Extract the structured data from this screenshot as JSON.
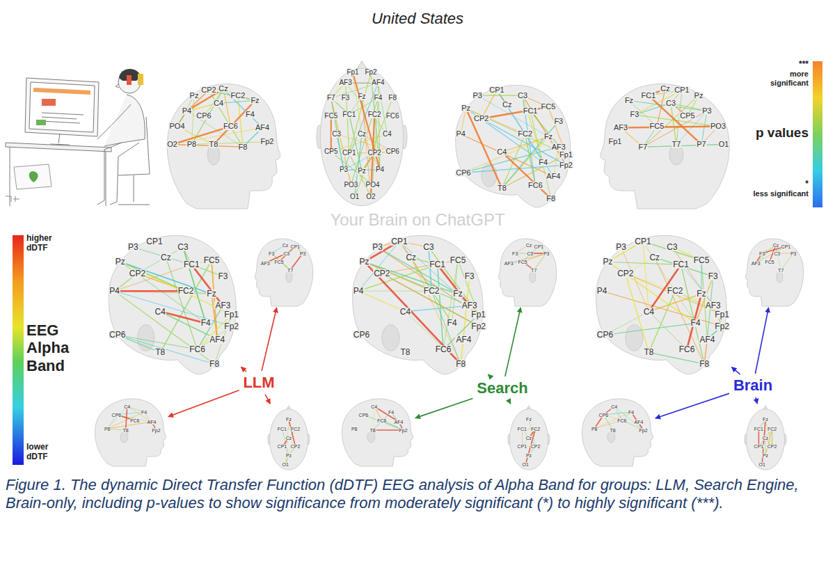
{
  "diagram": {
    "title": "United States",
    "caption": "Figure 1. The dynamic Direct Transfer Function (dDTF) EEG analysis of Alpha Band for groups: LLM, Search Engine, Brain-only, including p-values to show significance from moderately significant (*) to highly significant (***).",
    "nodes": [
      {
        "text": [
          "Pz",
          "CP2",
          "Cz",
          "C4",
          "FC2",
          "Fz",
          "P4",
          "CP6",
          "F4",
          "PO4",
          "FC6",
          "AF4",
          "O2",
          "P8",
          "T8",
          "F8",
          "Fp2"
        ]
      },
      {
        "text": [
          "Fp1",
          "Fp2",
          "AF3",
          "AF4",
          "F7",
          "F3",
          "Fz",
          "F4",
          "F8",
          "FC5",
          "FC1",
          "FC2",
          "FC6",
          "C3",
          "Cz",
          "C4",
          "CP5",
          "CP1",
          "CP2",
          "CP6",
          "P3",
          "Pz",
          "P4",
          "PO3",
          "PO4",
          "O1",
          "O2"
        ]
      },
      {
        "text": [
          "CP1",
          "P3",
          "C3",
          "Pz",
          "Cz",
          "CP2",
          "FC1",
          "FC5",
          "F3",
          "P4",
          "FC2",
          "Fz",
          "AF3",
          "Fp1",
          "C4",
          "F4",
          "AF4",
          "Fp2",
          "CP6",
          "FC6",
          "T8",
          "F8"
        ]
      },
      {
        "text": [
          "FC1",
          "Cz",
          "CP1",
          "Pz",
          "Fz",
          "C3",
          "P3",
          "F3",
          "CP5",
          "FC5",
          "PO3",
          "AF3",
          "O1",
          "Fp1",
          "F7",
          "T7",
          "P7"
        ]
      },
      {
        "text": [
          "CP1",
          "P3",
          "C3",
          "Pz",
          "Cz",
          "CP2",
          "FC1",
          "FC5",
          "F3",
          "P4",
          "FC2",
          "Fz",
          "AF3",
          "Fp1",
          "C4",
          "F4",
          "AF4",
          "Fp2",
          "CP6",
          "FC6",
          "T8",
          "F8"
        ]
      },
      {
        "text": [
          "Cz",
          "CP1",
          "C3",
          "FC5",
          "F3",
          "AF3",
          "P3",
          "T7"
        ]
      },
      {
        "text": [
          "CP1",
          "P3",
          "C3",
          "Pz",
          "Cz",
          "CP2",
          "FC1",
          "FC5",
          "F3",
          "P4",
          "FC2",
          "Fz",
          "AF3",
          "Fp1",
          "C4",
          "F4",
          "AF4",
          "Fp2",
          "CP6",
          "FC6",
          "T8",
          "F8"
        ]
      },
      {
        "text": [
          "Cz",
          "CP1",
          "C3",
          "FC5",
          "F3",
          "AF3",
          "P3",
          "T7"
        ]
      },
      {
        "text": [
          "CP1",
          "P3",
          "C3",
          "Pz",
          "Cz",
          "CP2",
          "FC1",
          "FC5",
          "F3",
          "P4",
          "FC2",
          "Fz",
          "AF3",
          "Fp1",
          "C4",
          "F4",
          "AF4",
          "Fp2",
          "CP6",
          "FC6",
          "T8",
          "F8"
        ]
      },
      {
        "text": [
          "Cz",
          "CP1",
          "C3",
          "FC5",
          "F3",
          "AF3",
          "P3",
          "T7"
        ]
      },
      {
        "text": [
          "LLM"
        ]
      },
      {
        "text": [
          "Search"
        ]
      },
      {
        "text": [
          "Brain"
        ]
      },
      {
        "text": [
          "C4",
          "CP6",
          "FC6",
          "F4",
          "AF4",
          "Fp2",
          "T8",
          "P8"
        ]
      },
      {
        "text": [
          "Fz",
          "FC1",
          "FC2",
          "Cz",
          "CP1",
          "CP2",
          "Pz",
          "O1"
        ]
      },
      {
        "text": [
          "C4",
          "CP6",
          "FC6",
          "F4",
          "AF4",
          "Fp2",
          "T8",
          "P8"
        ]
      },
      {
        "text": [
          "Fz",
          "FC1",
          "FC2",
          "Cz",
          "CP1",
          "CP2",
          "Pz",
          "O1"
        ]
      },
      {
        "text": [
          "C4",
          "CP6",
          "FC6",
          "F4",
          "AF4",
          "Fp2",
          "T8",
          "P8"
        ]
      },
      {
        "text": [
          "Fz",
          "FC1",
          "FC2",
          "Cz",
          "CP1",
          "CP2",
          "Pz",
          "O1"
        ]
      }
    ],
    "edges": [
      {
        "from": 10,
        "to": 4,
        "arrow": "to"
      },
      {
        "from": 10,
        "to": 5,
        "arrow": "to"
      },
      {
        "from": 10,
        "to": 13,
        "arrow": "to"
      },
      {
        "from": 10,
        "to": 14,
        "arrow": "to"
      },
      {
        "from": 11,
        "to": 6,
        "arrow": "to"
      },
      {
        "from": 11,
        "to": 7,
        "arrow": "to"
      },
      {
        "from": 11,
        "to": 15,
        "arrow": "to"
      },
      {
        "from": 11,
        "to": 16,
        "arrow": "to"
      },
      {
        "from": 12,
        "to": 8,
        "arrow": "to"
      },
      {
        "from": 12,
        "to": 9,
        "arrow": "to"
      },
      {
        "from": 12,
        "to": 17,
        "arrow": "to"
      },
      {
        "from": 12,
        "to": 18,
        "arrow": "to"
      }
    ],
    "labels": [
      "Your Brain on ChatGPT",
      "***",
      "more significant",
      "p values",
      "*",
      "less significant",
      "higher dDTF",
      "EEG Alpha Band",
      "lower dDTF"
    ]
  }
}
